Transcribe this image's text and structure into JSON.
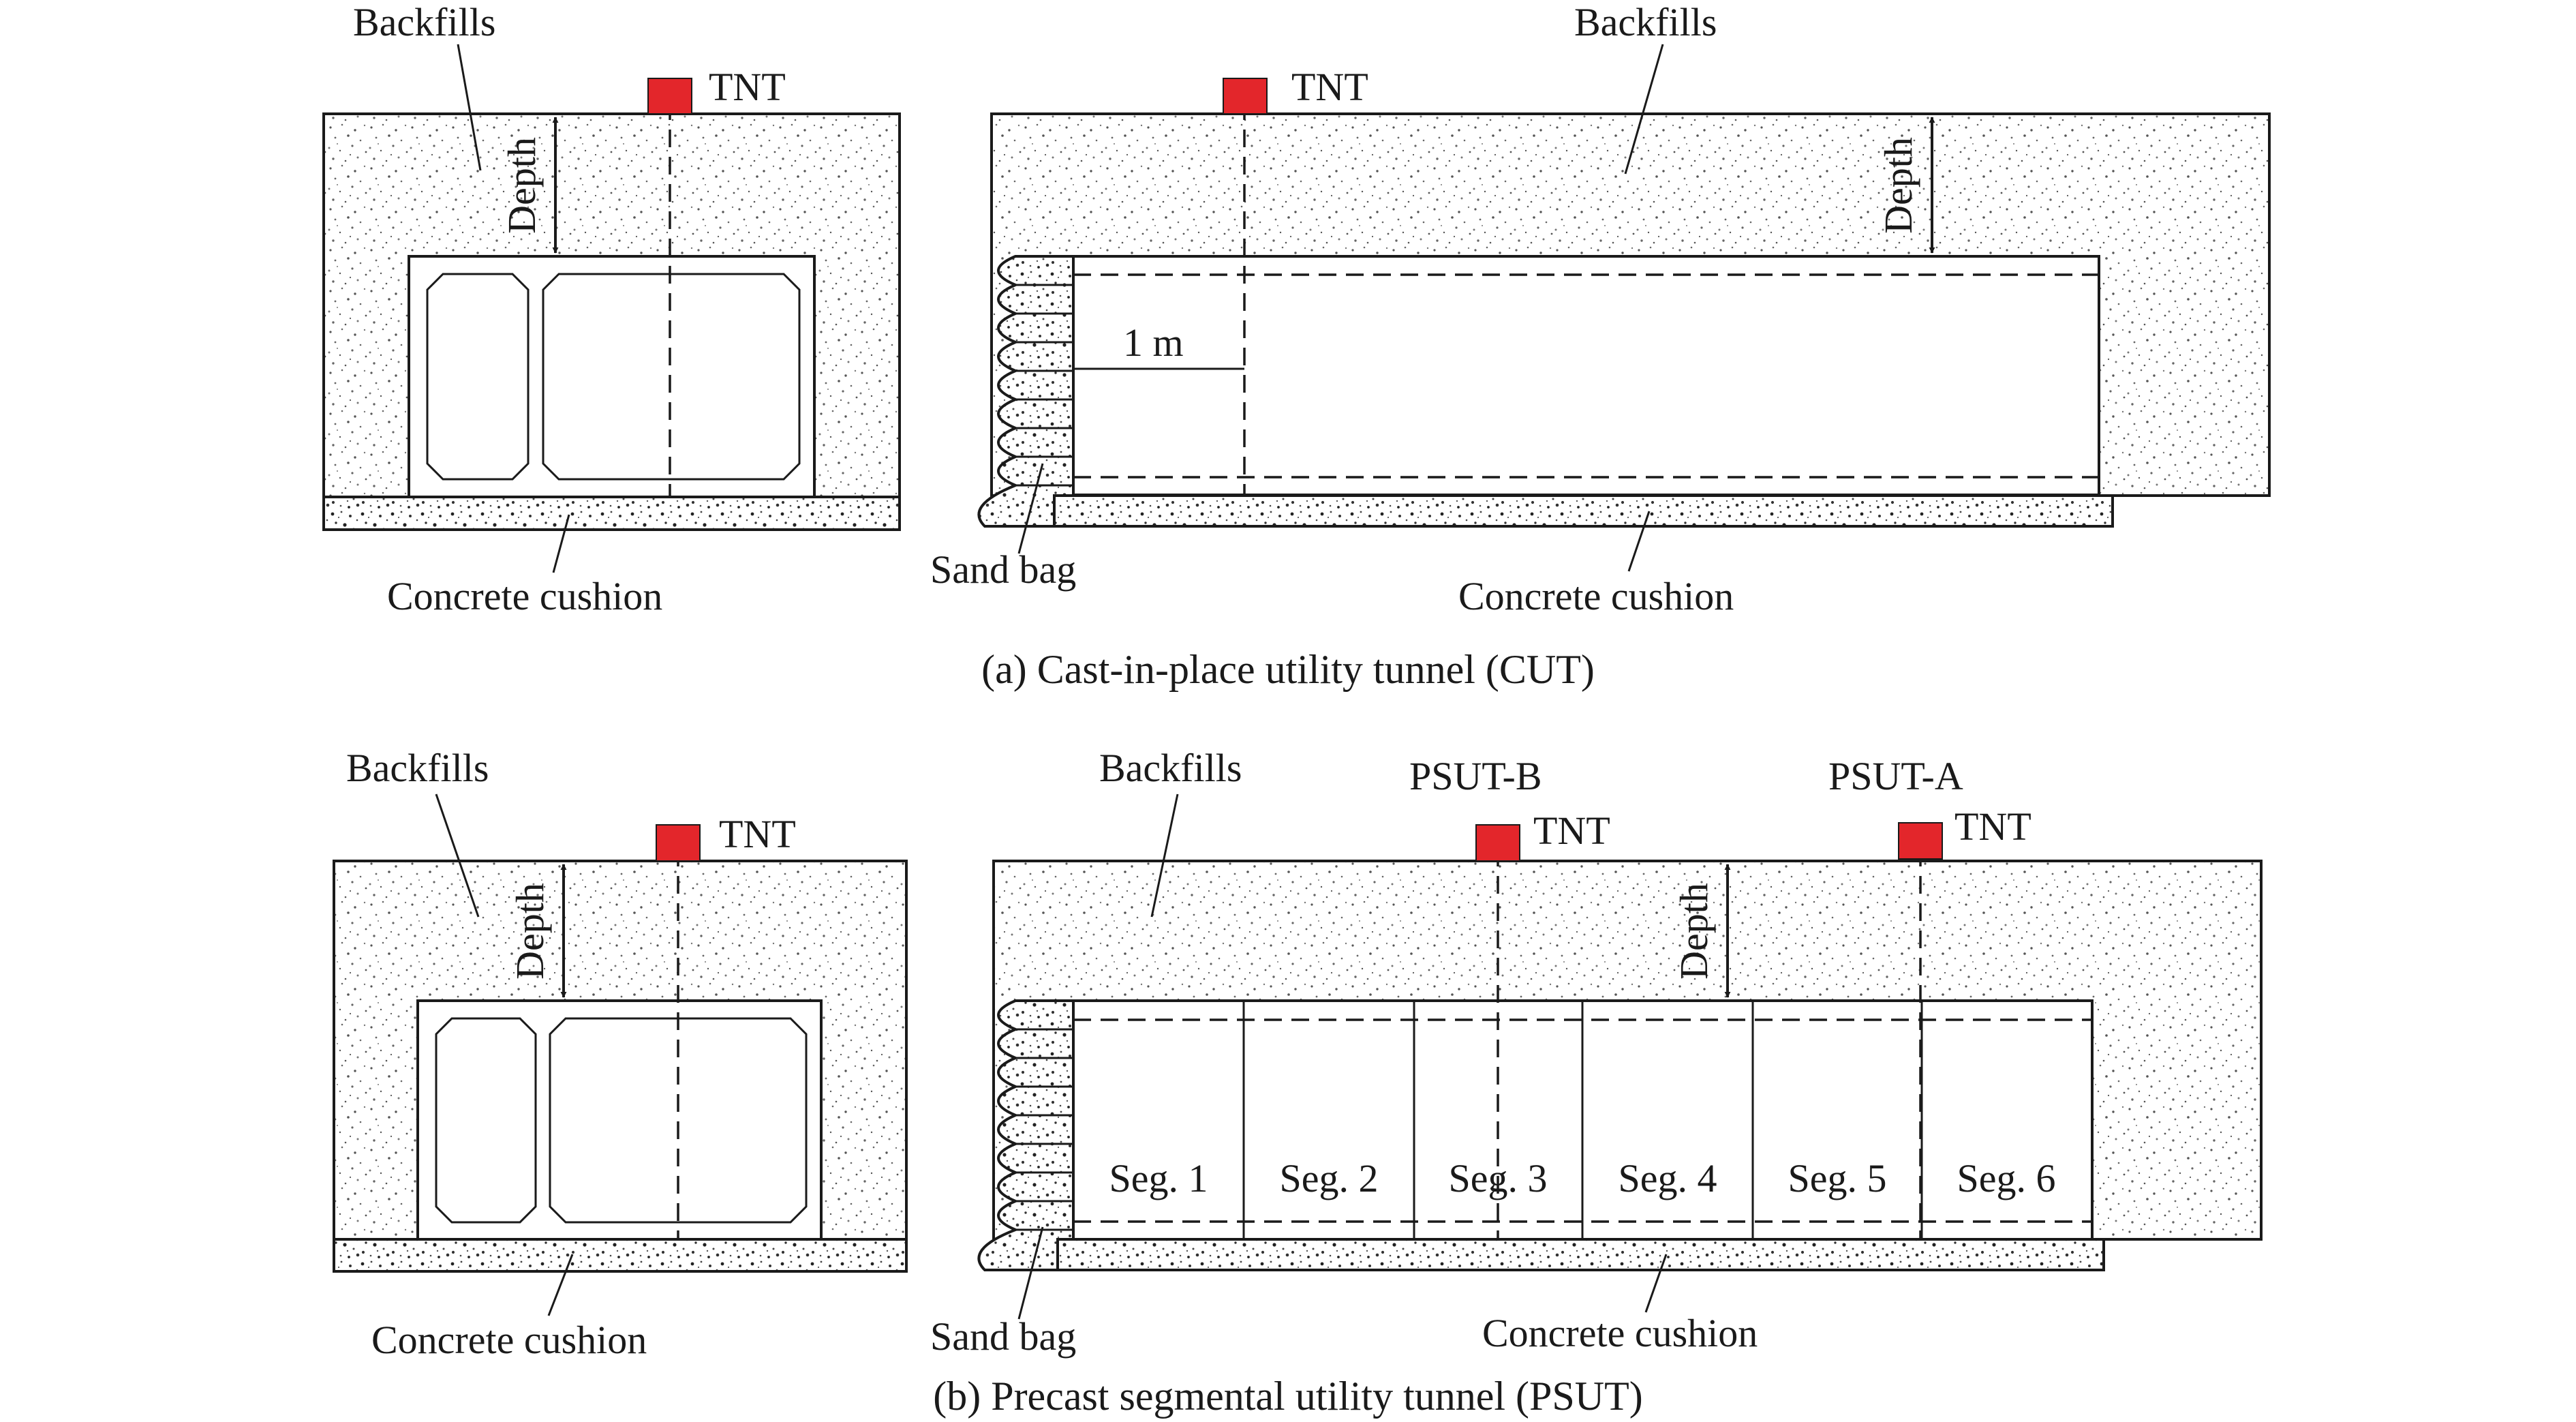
{
  "colors": {
    "tnt": "#e3262b",
    "ink": "#1a1a1a"
  },
  "panel_a": {
    "caption": "(a) Cast-in-place utility tunnel (CUT)",
    "cross": {
      "backfills": "Backfills",
      "tnt": "TNT",
      "depth": "Depth",
      "cushion": "Concrete cushion"
    },
    "long": {
      "backfills": "Backfills",
      "tnt": "TNT",
      "depth": "Depth",
      "distance": "1 m",
      "sand_bag": "Sand bag",
      "cushion": "Concrete cushion"
    }
  },
  "panel_b": {
    "caption": "(b) Precast segmental utility tunnel (PSUT)",
    "cross": {
      "backfills": "Backfills",
      "tnt": "TNT",
      "depth": "Depth",
      "cushion": "Concrete cushion"
    },
    "long": {
      "backfills": "Backfills",
      "charge_b": "PSUT-B",
      "charge_a": "PSUT-A",
      "tnt_b": "TNT",
      "tnt_a": "TNT",
      "depth": "Depth",
      "segments": [
        "Seg. 1",
        "Seg. 2",
        "Seg. 3",
        "Seg. 4",
        "Seg. 5",
        "Seg. 6"
      ],
      "sand_bag": "Sand bag",
      "cushion": "Concrete cushion"
    }
  }
}
